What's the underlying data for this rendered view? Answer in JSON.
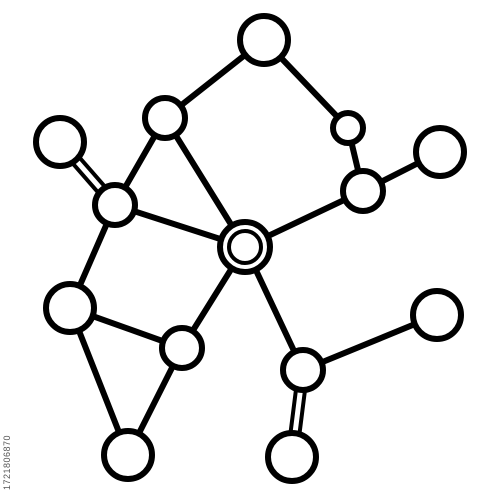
{
  "diagram": {
    "type": "molecule-network",
    "stock_id": "1721806870",
    "colors": {
      "stroke": "#000000",
      "fill": "#ffffff"
    },
    "nodes": [
      {
        "id": "n1",
        "kind": "large"
      },
      {
        "id": "n2",
        "kind": "medium"
      },
      {
        "id": "n3",
        "kind": "small"
      },
      {
        "id": "n4",
        "kind": "large"
      },
      {
        "id": "n5",
        "kind": "medium"
      },
      {
        "id": "n6",
        "kind": "large"
      },
      {
        "id": "n7",
        "kind": "medium"
      },
      {
        "id": "hub",
        "kind": "hub"
      },
      {
        "id": "n9",
        "kind": "large"
      },
      {
        "id": "n10",
        "kind": "medium"
      },
      {
        "id": "n11",
        "kind": "large"
      },
      {
        "id": "n12",
        "kind": "medium"
      },
      {
        "id": "n13",
        "kind": "large"
      },
      {
        "id": "n14",
        "kind": "large"
      }
    ],
    "edges": [
      {
        "from": "n1",
        "to": "n2",
        "bond": "single"
      },
      {
        "from": "n1",
        "to": "n3",
        "bond": "single"
      },
      {
        "from": "n3",
        "to": "n5",
        "bond": "single"
      },
      {
        "from": "n5",
        "to": "n4",
        "bond": "single"
      },
      {
        "from": "n5",
        "to": "hub",
        "bond": "single"
      },
      {
        "from": "n2",
        "to": "n7",
        "bond": "single"
      },
      {
        "from": "n2",
        "to": "hub",
        "bond": "single"
      },
      {
        "from": "n7",
        "to": "n6",
        "bond": "double"
      },
      {
        "from": "n7",
        "to": "hub",
        "bond": "single"
      },
      {
        "from": "n7",
        "to": "n9",
        "bond": "single"
      },
      {
        "from": "n9",
        "to": "n10",
        "bond": "single"
      },
      {
        "from": "n9",
        "to": "n14",
        "bond": "single"
      },
      {
        "from": "n10",
        "to": "hub",
        "bond": "single"
      },
      {
        "from": "n10",
        "to": "n14",
        "bond": "single"
      },
      {
        "from": "hub",
        "to": "n12",
        "bond": "single"
      },
      {
        "from": "n12",
        "to": "n11",
        "bond": "single"
      },
      {
        "from": "n12",
        "to": "n13",
        "bond": "double"
      }
    ]
  }
}
